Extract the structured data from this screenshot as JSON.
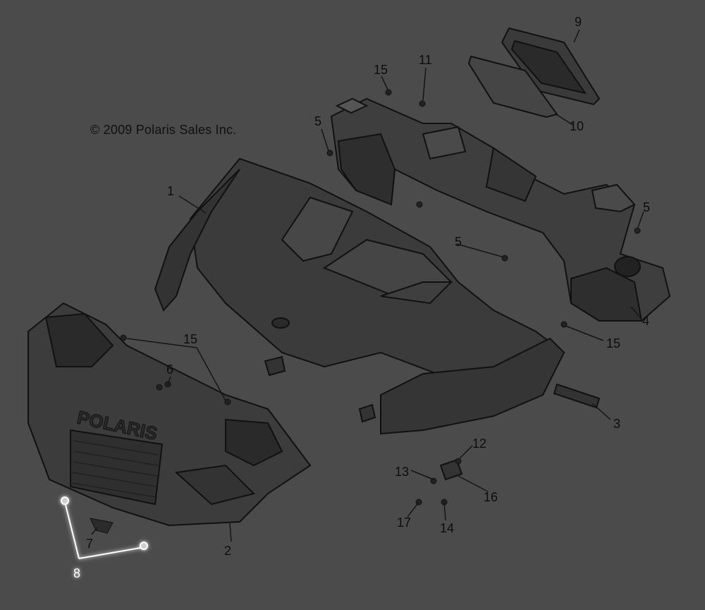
{
  "copyright": "© 2009 Polaris Sales Inc.",
  "brand_text": "POLARIS",
  "colors": {
    "background": "#4b4b4b",
    "part_fill": "#3d3d3d",
    "part_dark": "#2c2c2c",
    "outline": "#111111",
    "highlight": "#ffffff"
  },
  "callouts": {
    "c1": "1",
    "c2": "2",
    "c3": "3",
    "c4": "4",
    "c5a": "5",
    "c5b": "5",
    "c5c": "5",
    "c6": "6",
    "c7": "7",
    "c8": "8",
    "c9": "9",
    "c10": "10",
    "c11": "11",
    "c12": "12",
    "c13": "13",
    "c14": "14",
    "c15a": "15",
    "c15b": "15",
    "c15c": "15",
    "c16": "16",
    "c17": "17"
  }
}
